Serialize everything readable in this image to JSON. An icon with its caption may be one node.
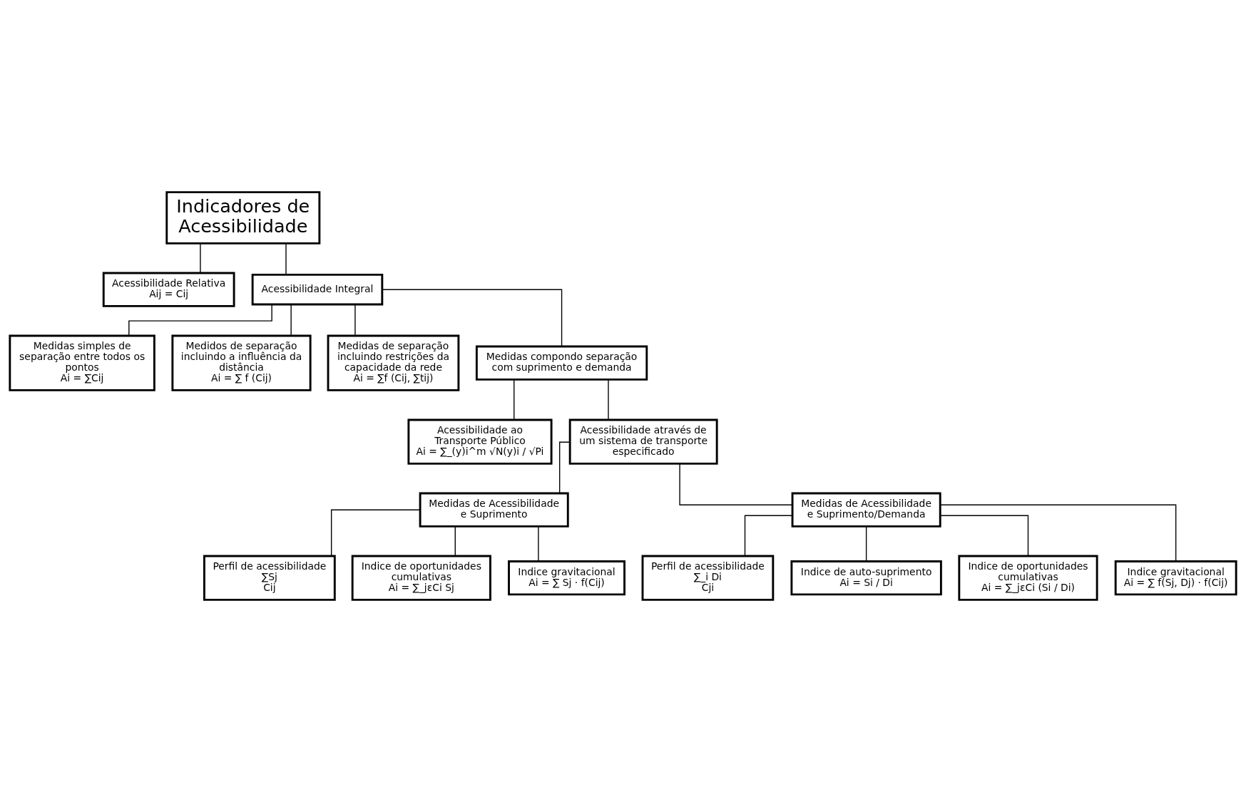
{
  "diagram": {
    "nodes": [
      {
        "text": [
          "Indicadores de Acessibilidade"
        ]
      },
      {
        "text": [
          "Acessibilidade Relativa",
          "Aij = Cij"
        ]
      },
      {
        "text": [
          "Acessibilidade Integral"
        ]
      },
      {
        "text": [
          "Medidas simples de separação entre todos os pontos",
          "Ai = ∑Cij"
        ]
      },
      {
        "text": [
          "Medidos de separação incluindo a influência da distância",
          "Ai = ∑ f (Cij)"
        ]
      },
      {
        "text": [
          "Medidas de separação incluindo restrições da capacidade da rede",
          "Ai = ∑f (Cij, ∑tij)"
        ]
      },
      {
        "text": [
          "Medidas compondo separação com suprimento e demanda"
        ]
      },
      {
        "text": [
          "Acessibilidade ao Transporte Público",
          "Ai = ∑_(y)i^m √N(y)i / √Pi"
        ]
      },
      {
        "text": [
          "Acessibilidade através de um sistema de transporte especificado"
        ]
      },
      {
        "text": [
          "Medidas de Acessibilidade e Suprimento"
        ]
      },
      {
        "text": [
          "Medidas de Acessibilidade e Suprimento/Demanda"
        ]
      },
      {
        "text": [
          "Perfil de acessibilidade",
          "∑Sj",
          "Cij"
        ]
      },
      {
        "text": [
          "Indice de oportunidades cumulativas",
          "Ai = ∑_jεCi Sj"
        ]
      },
      {
        "text": [
          "Indice gravitacional",
          "Ai = ∑ Sj · f(Cij)"
        ]
      },
      {
        "text": [
          "Perfil de acessibilidade",
          "∑_i Di",
          "Cji"
        ]
      },
      {
        "text": [
          "Indice de auto-suprimento",
          "Ai = Si / Di"
        ]
      },
      {
        "text": [
          "Indice de oportunidades cumulativas",
          "Ai = ∑_jεCi (Si / Di)"
        ]
      },
      {
        "text": [
          "Indice gravitacional",
          "Ai = ∑ f(Sj, Dj) · f(Cij)"
        ]
      }
    ],
    "edges": [
      {
        "from": 0,
        "to": 1,
        "arrow": "none"
      },
      {
        "from": 0,
        "to": 2,
        "arrow": "none"
      },
      {
        "from": 2,
        "to": 3,
        "arrow": "none"
      },
      {
        "from": 2,
        "to": 4,
        "arrow": "none"
      },
      {
        "from": 2,
        "to": 5,
        "arrow": "none"
      },
      {
        "from": 2,
        "to": 6,
        "arrow": "none"
      },
      {
        "from": 6,
        "to": 7,
        "arrow": "none"
      },
      {
        "from": 6,
        "to": 8,
        "arrow": "none"
      },
      {
        "from": 8,
        "to": 9,
        "arrow": "none"
      },
      {
        "from": 8,
        "to": 10,
        "arrow": "none"
      },
      {
        "from": 9,
        "to": 11,
        "arrow": "none"
      },
      {
        "from": 9,
        "to": 12,
        "arrow": "none"
      },
      {
        "from": 9,
        "to": 13,
        "arrow": "none"
      },
      {
        "from": 10,
        "to": 14,
        "arrow": "none"
      },
      {
        "from": 10,
        "to": 15,
        "arrow": "none"
      },
      {
        "from": 10,
        "to": 16,
        "arrow": "none"
      },
      {
        "from": 10,
        "to": 17,
        "arrow": "none"
      }
    ]
  }
}
